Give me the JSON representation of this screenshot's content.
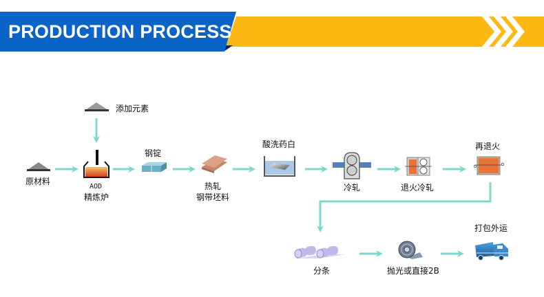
{
  "header": {
    "title": "PRODUCTION PROCESS",
    "colors": {
      "primary_blue": "#0a64c8",
      "accent_yellow": "#fdb913",
      "dark_fold": "#0b2a5e"
    }
  },
  "process": {
    "colors": {
      "arrow": "#7dd8cc"
    },
    "steps": {
      "additive": {
        "label": "添加元素"
      },
      "raw": {
        "label": "原材料"
      },
      "aod": {
        "label_line1": "AOD",
        "label_line2": "精炼炉"
      },
      "ingot": {
        "label": "钢锭"
      },
      "hot_roll": {
        "label_line1": "热轧",
        "label_line2": "钢带坯料"
      },
      "pickling": {
        "label": "酸洗药白"
      },
      "cold_roll": {
        "label": "冷轧"
      },
      "anneal_cold": {
        "label": "退火冷轧"
      },
      "re_anneal": {
        "label": "再退火"
      },
      "slitting": {
        "label": "分条"
      },
      "polish": {
        "label": "抛光或直接2B"
      },
      "ship": {
        "label": "打包外运"
      }
    }
  }
}
